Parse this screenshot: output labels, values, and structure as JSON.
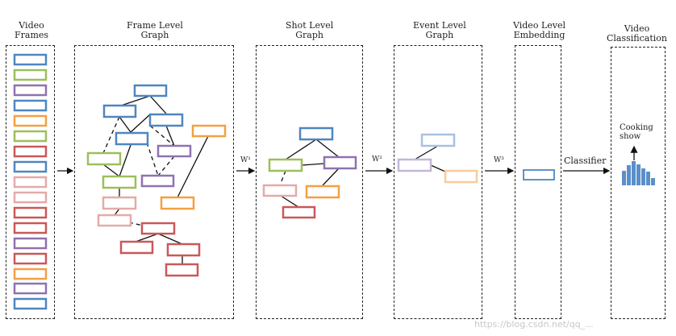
{
  "stages": {
    "video_frames": "Video\nFrames",
    "frame_graph": "Frame Level\nGraph",
    "shot_graph": "Shot Level\nGraph",
    "event_graph": "Event Level\nGraph",
    "embedding": "Video Level\nEmbedding",
    "classification": "Video\nClassification"
  },
  "weights": {
    "w1": "W¹",
    "w2": "W²",
    "w3": "W³"
  },
  "classifier_label": "Classifier",
  "prediction": "Cooking\nshow",
  "watermark": "https://blog.csdn.net/qq_..."
}
